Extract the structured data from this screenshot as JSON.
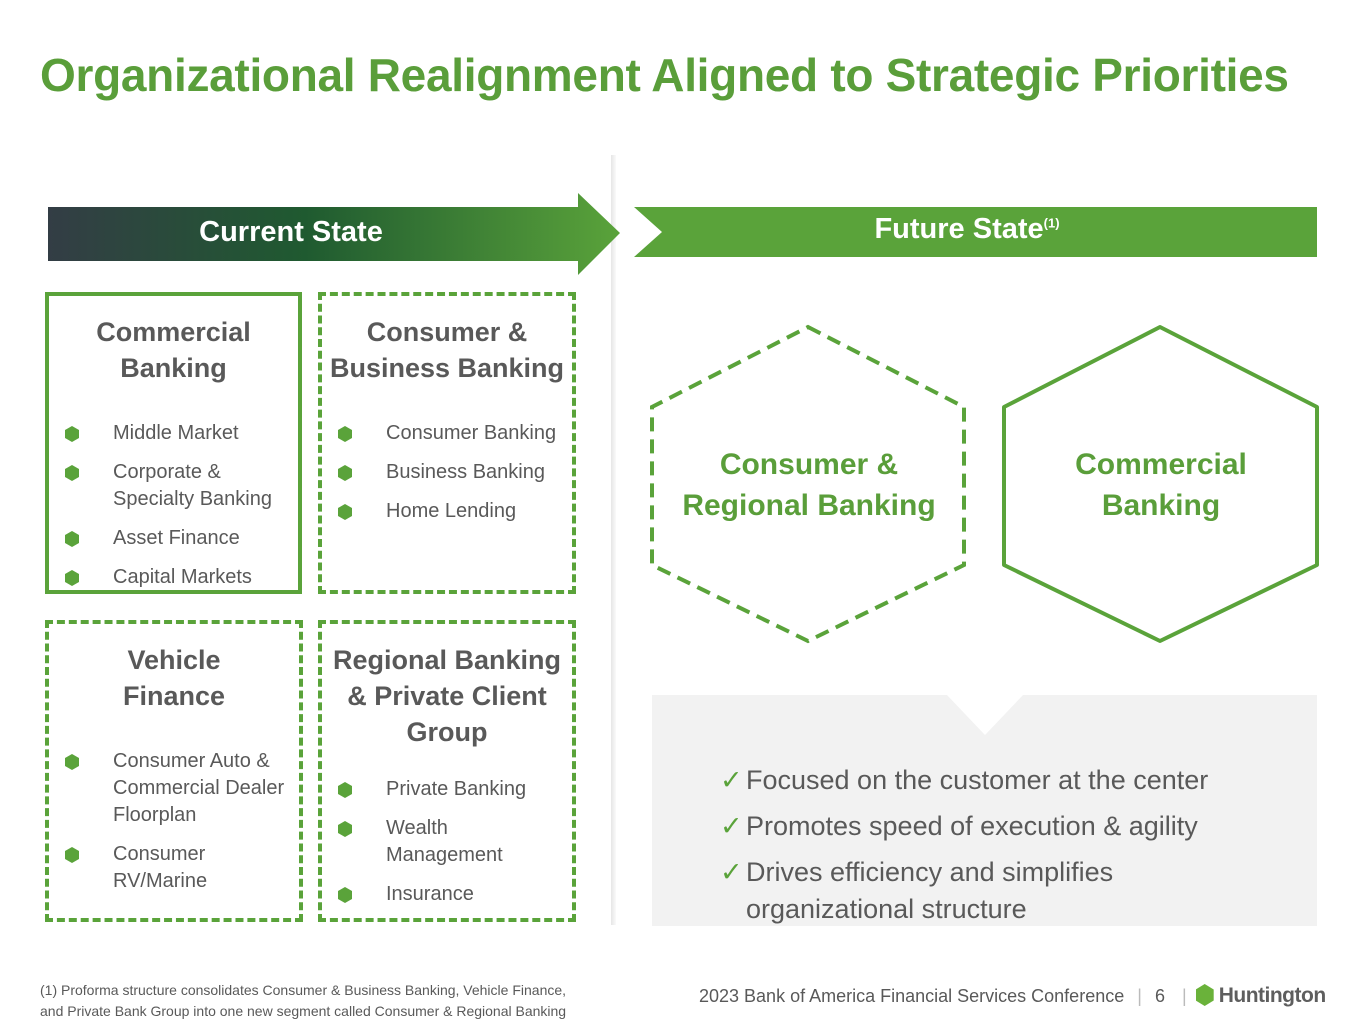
{
  "title": "Organizational Realignment Aligned to Strategic Priorities",
  "current_state": {
    "label": "Current State",
    "boxes": [
      {
        "title": [
          "Commercial",
          "Banking"
        ],
        "items": [
          "Middle Market",
          "Corporate & Specialty Banking",
          "Asset Finance",
          "Capital Markets"
        ]
      },
      {
        "title": [
          "Consumer &",
          "Business Banking"
        ],
        "items": [
          "Consumer Banking",
          "Business Banking",
          "Home Lending"
        ]
      },
      {
        "title": [
          "Vehicle",
          "Finance"
        ],
        "items": [
          "Consumer Auto & Commercial Dealer Floorplan",
          "Consumer RV/Marine"
        ]
      },
      {
        "title": [
          "Regional Banking",
          "& Private Client",
          "Group"
        ],
        "items": [
          "Private Banking",
          "Wealth Management",
          "Insurance"
        ]
      }
    ]
  },
  "future_state": {
    "label": "Future State",
    "superscript": "(1)",
    "segments": [
      [
        "Consumer &",
        "Regional Banking"
      ],
      [
        "Commercial",
        "Banking"
      ]
    ],
    "benefits": [
      "Focused on the customer at the center",
      "Promotes speed of execution & agility",
      "Drives efficiency and simplifies organizational structure"
    ],
    "check_icon": "✓"
  },
  "footnote": [
    "(1) Proforma structure consolidates Consumer & Business Banking, Vehicle Finance,",
    "and Private Bank Group into one new segment called Consumer & Regional Banking"
  ],
  "footer": {
    "conference": "2023 Bank of America Financial Services Conference",
    "page": "6",
    "logo_text": "Huntington"
  },
  "colors": {
    "green": "#5aa33a",
    "title_green": "#5a9e3a",
    "text": "#595959",
    "dark": "#333d45"
  }
}
